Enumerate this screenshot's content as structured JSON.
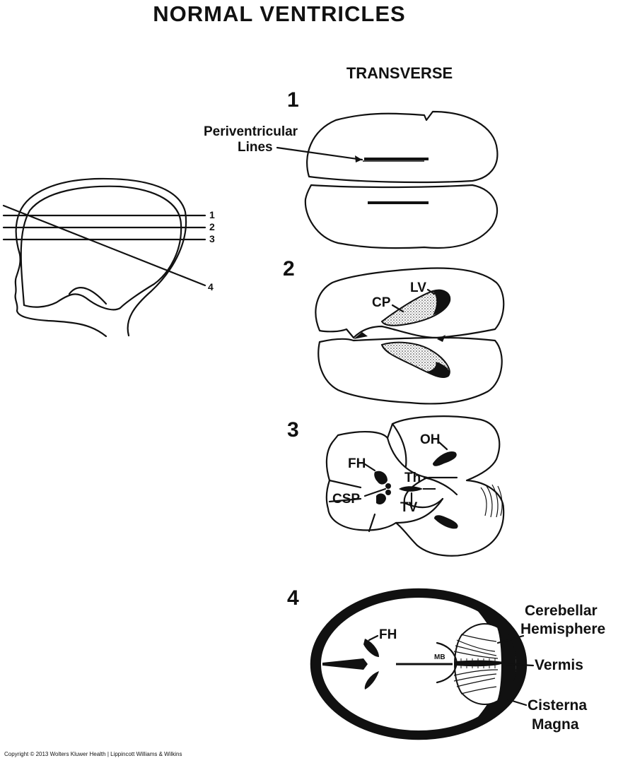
{
  "title": "NORMAL VENTRICLES",
  "subtitle": "TRANSVERSE",
  "head_diagram": {
    "plane_labels": [
      "1",
      "2",
      "3",
      "4"
    ]
  },
  "sections": [
    {
      "number": "1",
      "labels": {
        "periventricular_line1": "Periventricular",
        "periventricular_line2": "Lines"
      }
    },
    {
      "number": "2",
      "labels": {
        "lv": "LV",
        "cp": "CP"
      }
    },
    {
      "number": "3",
      "labels": {
        "oh": "OH",
        "fh": "FH",
        "th": "Th",
        "csp": "CSP",
        "tv": "TV"
      }
    },
    {
      "number": "4",
      "labels": {
        "fh": "FH",
        "mb": "MB",
        "cerebellar_line1": "Cerebellar",
        "cerebellar_line2": "Hemisphere",
        "vermis": "Vermis",
        "cisterna_line1": "Cisterna",
        "cisterna_line2": "Magna"
      }
    }
  ],
  "copyright": "Copyright © 2013 Wolters Kluwer Health | Lippincott Williams & Wilkins"
}
